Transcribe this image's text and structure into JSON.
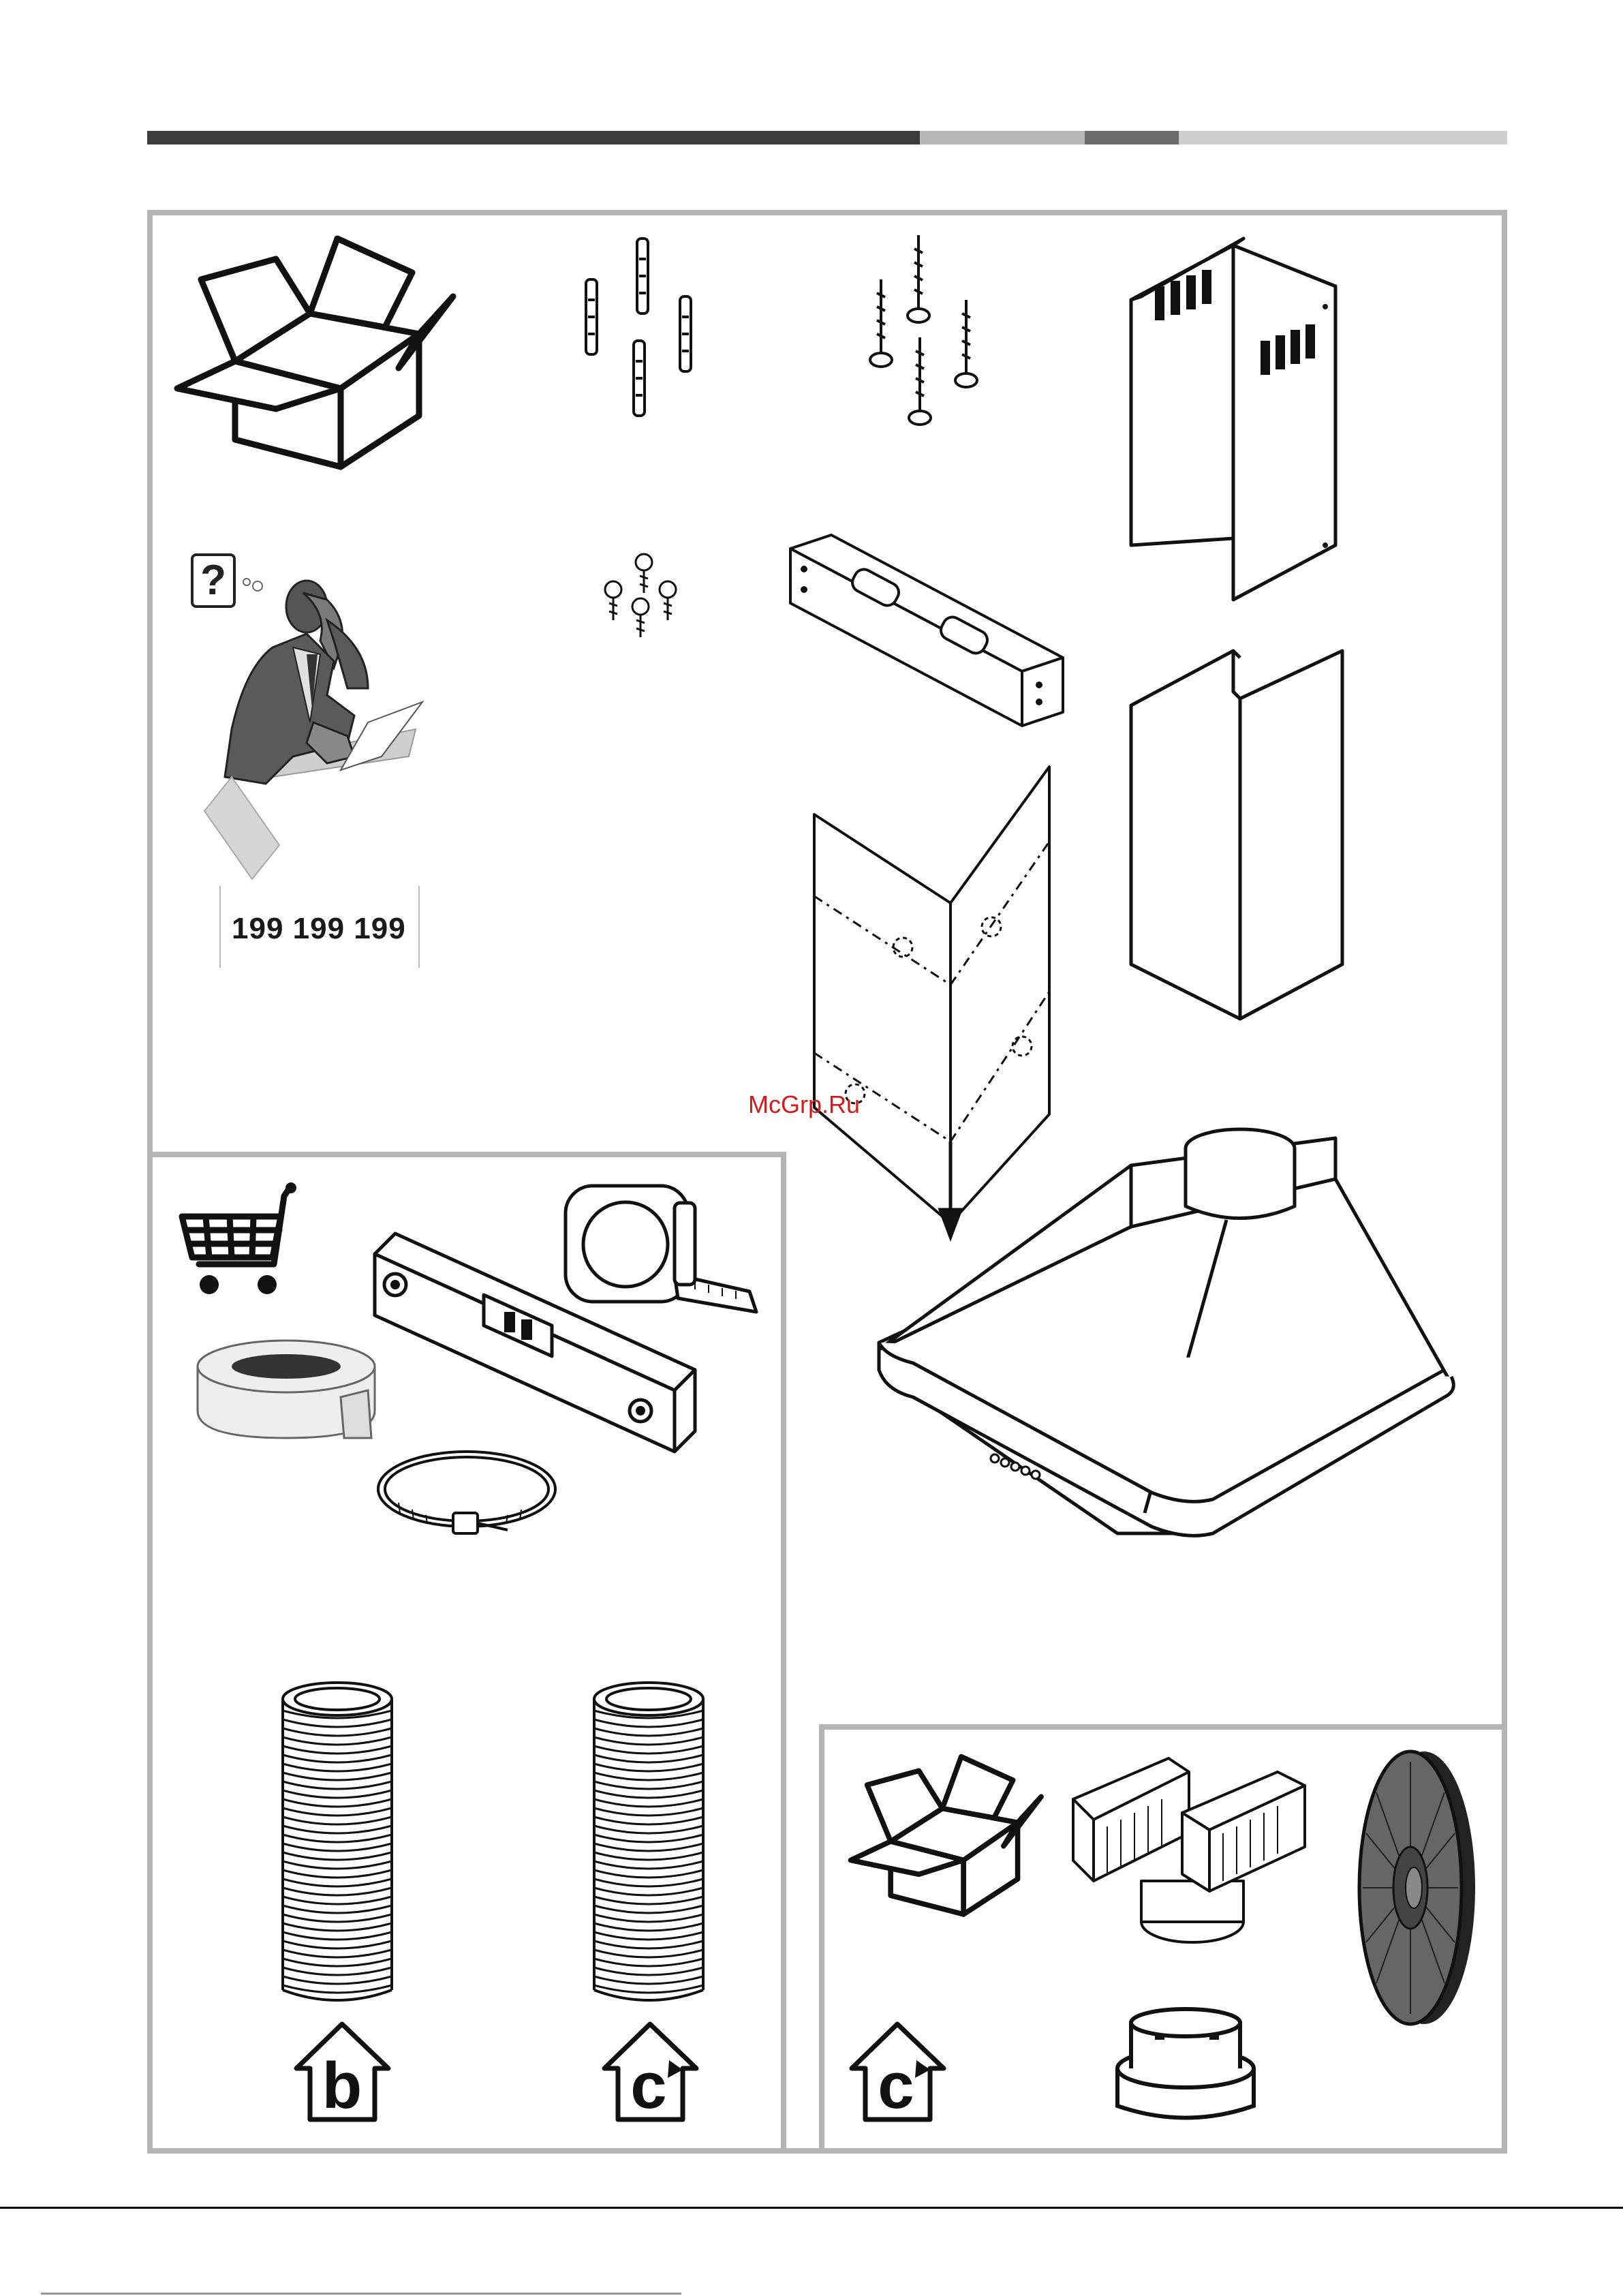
{
  "header": {
    "bar_colors": [
      "#3c3c3c",
      "#b9b9b9",
      "#6b6b6b",
      "#cfcfcf"
    ]
  },
  "package_contents": {
    "items": [
      {
        "icon": "open-box-icon"
      },
      {
        "icon": "wall-plugs-icon"
      },
      {
        "icon": "screws-icon"
      },
      {
        "icon": "upper-chimney-icon"
      },
      {
        "icon": "small-screws-icon"
      },
      {
        "icon": "wall-bracket-icon"
      },
      {
        "icon": "lower-chimney-icon"
      },
      {
        "icon": "chimney-template-icon"
      },
      {
        "icon": "hood-canopy-icon"
      }
    ],
    "service_phone": "199 199 199"
  },
  "to_purchase": {
    "items": [
      {
        "icon": "shopping-cart-icon"
      },
      {
        "icon": "spirit-level-icon"
      },
      {
        "icon": "tape-measure-icon"
      },
      {
        "icon": "adhesive-tape-icon"
      },
      {
        "icon": "hose-clamp-icon"
      },
      {
        "icon": "flexible-duct-icon"
      },
      {
        "icon": "flexible-duct-icon"
      }
    ],
    "symbols": [
      "b",
      "c"
    ]
  },
  "recirculation_kit": {
    "items": [
      {
        "icon": "open-box-icon"
      },
      {
        "icon": "air-deflector-icon"
      },
      {
        "icon": "charcoal-filter-icon"
      },
      {
        "icon": "reduction-ring-icon"
      }
    ],
    "symbol": "c"
  },
  "watermark": "McGrp.Ru"
}
